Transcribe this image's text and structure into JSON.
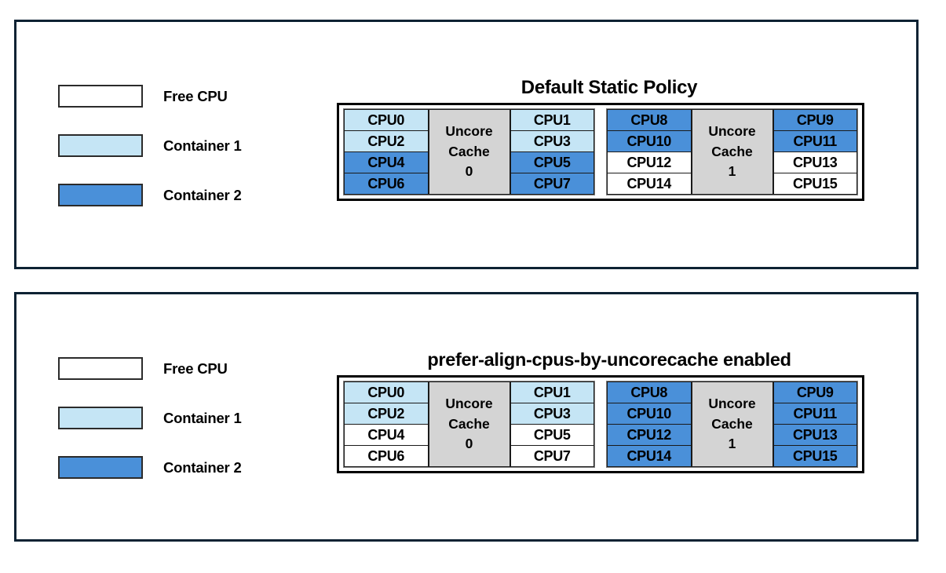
{
  "colors": {
    "free": "#ffffff",
    "container1": "#c5e5f5",
    "container2": "#4a90d9",
    "cache_block": "#d4d4d4",
    "panel_border": "#0d2233",
    "diagram_border": "#000000"
  },
  "legend": {
    "items": [
      {
        "label": "Free CPU",
        "fill": "free"
      },
      {
        "label": "Container 1",
        "fill": "container1"
      },
      {
        "label": "Container 2",
        "fill": "container2"
      }
    ]
  },
  "panels": [
    {
      "id": "static",
      "title": "Default Static Policy",
      "clusters": [
        {
          "cache_label_line1": "Uncore",
          "cache_label_line2": "Cache",
          "cache_label_line3": "0",
          "left_column": [
            {
              "label": "CPU0",
              "fill": "container1"
            },
            {
              "label": "CPU2",
              "fill": "container1"
            },
            {
              "label": "CPU4",
              "fill": "container2"
            },
            {
              "label": "CPU6",
              "fill": "container2"
            }
          ],
          "right_column": [
            {
              "label": "CPU1",
              "fill": "container1"
            },
            {
              "label": "CPU3",
              "fill": "container1"
            },
            {
              "label": "CPU5",
              "fill": "container2"
            },
            {
              "label": "CPU7",
              "fill": "container2"
            }
          ]
        },
        {
          "cache_label_line1": "Uncore",
          "cache_label_line2": "Cache",
          "cache_label_line3": "1",
          "left_column": [
            {
              "label": "CPU8",
              "fill": "container2"
            },
            {
              "label": "CPU10",
              "fill": "container2"
            },
            {
              "label": "CPU12",
              "fill": "free"
            },
            {
              "label": "CPU14",
              "fill": "free"
            }
          ],
          "right_column": [
            {
              "label": "CPU9",
              "fill": "container2"
            },
            {
              "label": "CPU11",
              "fill": "container2"
            },
            {
              "label": "CPU13",
              "fill": "free"
            },
            {
              "label": "CPU15",
              "fill": "free"
            }
          ]
        }
      ]
    },
    {
      "id": "prefer",
      "title": "prefer-align-cpus-by-uncorecache enabled",
      "clusters": [
        {
          "cache_label_line1": "Uncore",
          "cache_label_line2": "Cache",
          "cache_label_line3": "0",
          "left_column": [
            {
              "label": "CPU0",
              "fill": "container1"
            },
            {
              "label": "CPU2",
              "fill": "container1"
            },
            {
              "label": "CPU4",
              "fill": "free"
            },
            {
              "label": "CPU6",
              "fill": "free"
            }
          ],
          "right_column": [
            {
              "label": "CPU1",
              "fill": "container1"
            },
            {
              "label": "CPU3",
              "fill": "container1"
            },
            {
              "label": "CPU5",
              "fill": "free"
            },
            {
              "label": "CPU7",
              "fill": "free"
            }
          ]
        },
        {
          "cache_label_line1": "Uncore",
          "cache_label_line2": "Cache",
          "cache_label_line3": "1",
          "left_column": [
            {
              "label": "CPU8",
              "fill": "container2"
            },
            {
              "label": "CPU10",
              "fill": "container2"
            },
            {
              "label": "CPU12",
              "fill": "container2"
            },
            {
              "label": "CPU14",
              "fill": "container2"
            }
          ],
          "right_column": [
            {
              "label": "CPU9",
              "fill": "container2"
            },
            {
              "label": "CPU11",
              "fill": "container2"
            },
            {
              "label": "CPU13",
              "fill": "container2"
            },
            {
              "label": "CPU15",
              "fill": "container2"
            }
          ]
        }
      ]
    }
  ]
}
